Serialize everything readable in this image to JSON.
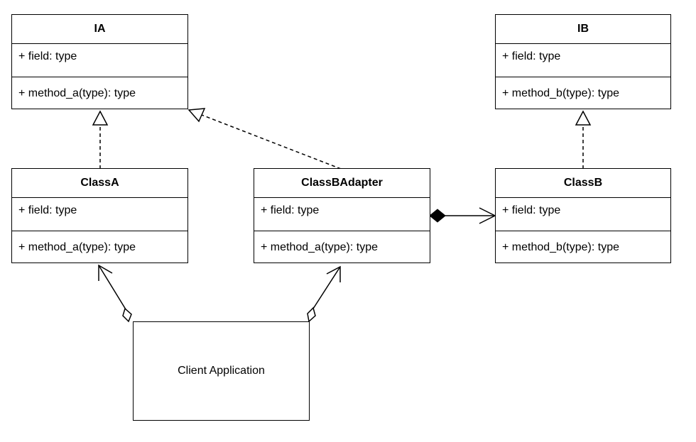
{
  "classes": {
    "ia": {
      "name": "IA",
      "field": "+ field: type",
      "method": "+ method_a(type): type"
    },
    "ib": {
      "name": "IB",
      "field": "+ field: type",
      "method": "+ method_b(type): type"
    },
    "class_a": {
      "name": "ClassA",
      "field": "+ field: type",
      "method": "+ method_a(type): type"
    },
    "class_b_adapter": {
      "name": "ClassBAdapter",
      "field": "+ field: type",
      "method": "+ method_a(type): type"
    },
    "class_b": {
      "name": "ClassB",
      "field": "+ field: type",
      "method": "+ method_b(type): type"
    }
  },
  "client": {
    "label": "Client Application"
  },
  "relationships": [
    {
      "from": "ClassA",
      "to": "IA",
      "kind": "realization"
    },
    {
      "from": "ClassBAdapter",
      "to": "IA",
      "kind": "realization"
    },
    {
      "from": "ClassB",
      "to": "IB",
      "kind": "realization"
    },
    {
      "from": "ClassBAdapter",
      "to": "ClassB",
      "kind": "composition"
    },
    {
      "from": "Client Application",
      "to": "ClassA",
      "kind": "aggregation"
    },
    {
      "from": "Client Application",
      "to": "ClassBAdapter",
      "kind": "aggregation"
    }
  ]
}
